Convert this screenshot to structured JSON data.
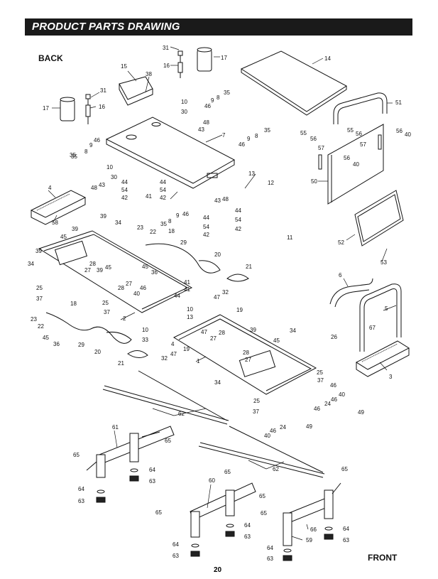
{
  "header": {
    "title": "PRODUCT PARTS DRAWING"
  },
  "labels": {
    "back": "BACK",
    "front": "FRONT"
  },
  "page_number": "20",
  "colors": {
    "header_bg": "#1a1a1a",
    "header_text": "#ffffff",
    "line": "#111111"
  },
  "callouts": [
    {
      "id": "c1",
      "text": "31"
    },
    {
      "id": "c2",
      "text": "16"
    },
    {
      "id": "c3",
      "text": "17"
    },
    {
      "id": "c4",
      "text": "14"
    },
    {
      "id": "c5",
      "text": "15"
    },
    {
      "id": "c6",
      "text": "38"
    },
    {
      "id": "c7",
      "text": "31"
    },
    {
      "id": "c8",
      "text": "16"
    },
    {
      "id": "c9",
      "text": "17"
    },
    {
      "id": "c10",
      "text": "10"
    },
    {
      "id": "c11",
      "text": "30"
    },
    {
      "id": "c12",
      "text": "46"
    },
    {
      "id": "c13",
      "text": "9"
    },
    {
      "id": "c14",
      "text": "8"
    },
    {
      "id": "c15",
      "text": "35"
    },
    {
      "id": "c16",
      "text": "48"
    },
    {
      "id": "c17",
      "text": "43"
    },
    {
      "id": "c18",
      "text": "7"
    },
    {
      "id": "c19",
      "text": "51"
    },
    {
      "id": "c20",
      "text": "9"
    },
    {
      "id": "c21",
      "text": "46"
    },
    {
      "id": "c22",
      "text": "8"
    },
    {
      "id": "c23",
      "text": "35"
    },
    {
      "id": "c24",
      "text": "46"
    },
    {
      "id": "c25",
      "text": "9"
    },
    {
      "id": "c26",
      "text": "35"
    },
    {
      "id": "c27",
      "text": "8"
    },
    {
      "id": "c28",
      "text": "35"
    },
    {
      "id": "c29",
      "text": "10"
    },
    {
      "id": "c30",
      "text": "30"
    },
    {
      "id": "c31",
      "text": "48"
    },
    {
      "id": "c32",
      "text": "43"
    },
    {
      "id": "c33",
      "text": "44"
    },
    {
      "id": "c34",
      "text": "54"
    },
    {
      "id": "c35",
      "text": "42"
    },
    {
      "id": "c36",
      "text": "44"
    },
    {
      "id": "c37",
      "text": "54"
    },
    {
      "id": "c38",
      "text": "42"
    },
    {
      "id": "c39",
      "text": "41"
    },
    {
      "id": "c40",
      "text": "4"
    },
    {
      "id": "c41",
      "text": "58"
    },
    {
      "id": "c42",
      "text": "55"
    },
    {
      "id": "c43",
      "text": "56"
    },
    {
      "id": "c44",
      "text": "57"
    },
    {
      "id": "c45",
      "text": "55"
    },
    {
      "id": "c46",
      "text": "56"
    },
    {
      "id": "c47",
      "text": "57"
    },
    {
      "id": "c48",
      "text": "56"
    },
    {
      "id": "c49",
      "text": "40"
    },
    {
      "id": "c50",
      "text": "56"
    },
    {
      "id": "c51",
      "text": "40"
    },
    {
      "id": "c52",
      "text": "50"
    },
    {
      "id": "c53",
      "text": "13"
    },
    {
      "id": "c54",
      "text": "12"
    },
    {
      "id": "c55",
      "text": "43"
    },
    {
      "id": "c56",
      "text": "48"
    },
    {
      "id": "c57",
      "text": "11"
    },
    {
      "id": "c58",
      "text": "44"
    },
    {
      "id": "c59",
      "text": "54"
    },
    {
      "id": "c60",
      "text": "42"
    },
    {
      "id": "c61",
      "text": "35"
    },
    {
      "id": "c62",
      "text": "8"
    },
    {
      "id": "c63",
      "text": "9"
    },
    {
      "id": "c64",
      "text": "46"
    },
    {
      "id": "c65",
      "text": "44"
    },
    {
      "id": "c66",
      "text": "54"
    },
    {
      "id": "c67",
      "text": "42"
    },
    {
      "id": "c68",
      "text": "52"
    },
    {
      "id": "c69",
      "text": "53"
    },
    {
      "id": "c70",
      "text": "39"
    },
    {
      "id": "c71",
      "text": "34"
    },
    {
      "id": "c72",
      "text": "23"
    },
    {
      "id": "c73",
      "text": "22"
    },
    {
      "id": "c74",
      "text": "18"
    },
    {
      "id": "c75",
      "text": "29"
    },
    {
      "id": "c76",
      "text": "20"
    },
    {
      "id": "c77",
      "text": "45"
    },
    {
      "id": "c78",
      "text": "39"
    },
    {
      "id": "c79",
      "text": "28"
    },
    {
      "id": "c80",
      "text": "27"
    },
    {
      "id": "c81",
      "text": "39"
    },
    {
      "id": "c82",
      "text": "34"
    },
    {
      "id": "c83",
      "text": "25"
    },
    {
      "id": "c84",
      "text": "37"
    },
    {
      "id": "c85",
      "text": "45"
    },
    {
      "id": "c86",
      "text": "36"
    },
    {
      "id": "c87",
      "text": "21"
    },
    {
      "id": "c88",
      "text": "6"
    },
    {
      "id": "c89",
      "text": "45"
    },
    {
      "id": "c90",
      "text": "39"
    },
    {
      "id": "c91",
      "text": "28"
    },
    {
      "id": "c92",
      "text": "27"
    },
    {
      "id": "c93",
      "text": "46"
    },
    {
      "id": "c94",
      "text": "40"
    },
    {
      "id": "c95",
      "text": "41"
    },
    {
      "id": "c96",
      "text": "41"
    },
    {
      "id": "c97",
      "text": "44"
    },
    {
      "id": "c98",
      "text": "2"
    },
    {
      "id": "c99",
      "text": "25"
    },
    {
      "id": "c100",
      "text": "37"
    },
    {
      "id": "c101",
      "text": "47"
    },
    {
      "id": "c102",
      "text": "32"
    },
    {
      "id": "c103",
      "text": "19"
    },
    {
      "id": "c104",
      "text": "5"
    },
    {
      "id": "c105",
      "text": "10"
    },
    {
      "id": "c106",
      "text": "13"
    },
    {
      "id": "c107",
      "text": "47"
    },
    {
      "id": "c108",
      "text": "23"
    },
    {
      "id": "c109",
      "text": "18"
    },
    {
      "id": "c110",
      "text": "22"
    },
    {
      "id": "c111",
      "text": "45"
    },
    {
      "id": "c112",
      "text": "36"
    },
    {
      "id": "c113",
      "text": "29"
    },
    {
      "id": "c114",
      "text": "20"
    },
    {
      "id": "c115",
      "text": "10"
    },
    {
      "id": "c116",
      "text": "33"
    },
    {
      "id": "c117",
      "text": "4"
    },
    {
      "id": "c118",
      "text": "47"
    },
    {
      "id": "c119",
      "text": "32"
    },
    {
      "id": "c120",
      "text": "19"
    },
    {
      "id": "c121",
      "text": "28"
    },
    {
      "id": "c122",
      "text": "27"
    },
    {
      "id": "c123",
      "text": "39"
    },
    {
      "id": "c124",
      "text": "34"
    },
    {
      "id": "c125",
      "text": "26"
    },
    {
      "id": "c126",
      "text": "67"
    },
    {
      "id": "c127",
      "text": "45"
    },
    {
      "id": "c128",
      "text": "28"
    },
    {
      "id": "c129",
      "text": "27"
    },
    {
      "id": "c130",
      "text": "1"
    },
    {
      "id": "c131",
      "text": "21"
    },
    {
      "id": "c132",
      "text": "3"
    },
    {
      "id": "c133",
      "text": "34"
    },
    {
      "id": "c134",
      "text": "25"
    },
    {
      "id": "c135",
      "text": "37"
    },
    {
      "id": "c136",
      "text": "46"
    },
    {
      "id": "c137",
      "text": "46"
    },
    {
      "id": "c138",
      "text": "40"
    },
    {
      "id": "c139",
      "text": "24"
    },
    {
      "id": "c140",
      "text": "25"
    },
    {
      "id": "c141",
      "text": "37"
    },
    {
      "id": "c142",
      "text": "49"
    },
    {
      "id": "c143",
      "text": "46"
    },
    {
      "id": "c144",
      "text": "24"
    },
    {
      "id": "c145",
      "text": "40"
    },
    {
      "id": "c146",
      "text": "46"
    },
    {
      "id": "c147",
      "text": "49"
    },
    {
      "id": "c148",
      "text": "62"
    },
    {
      "id": "c149",
      "text": "61"
    },
    {
      "id": "c150",
      "text": "65"
    },
    {
      "id": "c151",
      "text": "65"
    },
    {
      "id": "c152",
      "text": "64"
    },
    {
      "id": "c153",
      "text": "63"
    },
    {
      "id": "c154",
      "text": "64"
    },
    {
      "id": "c155",
      "text": "63"
    },
    {
      "id": "c156",
      "text": "62"
    },
    {
      "id": "c157",
      "text": "65"
    },
    {
      "id": "c158",
      "text": "60"
    },
    {
      "id": "c159",
      "text": "65"
    },
    {
      "id": "c160",
      "text": "65"
    },
    {
      "id": "c161",
      "text": "65"
    },
    {
      "id": "c162",
      "text": "65"
    },
    {
      "id": "c163",
      "text": "64"
    },
    {
      "id": "c164",
      "text": "63"
    },
    {
      "id": "c165",
      "text": "64"
    },
    {
      "id": "c166",
      "text": "63"
    },
    {
      "id": "c167",
      "text": "66"
    },
    {
      "id": "c168",
      "text": "59"
    },
    {
      "id": "c169",
      "text": "64"
    },
    {
      "id": "c170",
      "text": "63"
    },
    {
      "id": "c171",
      "text": "64"
    },
    {
      "id": "c172",
      "text": "63"
    }
  ]
}
